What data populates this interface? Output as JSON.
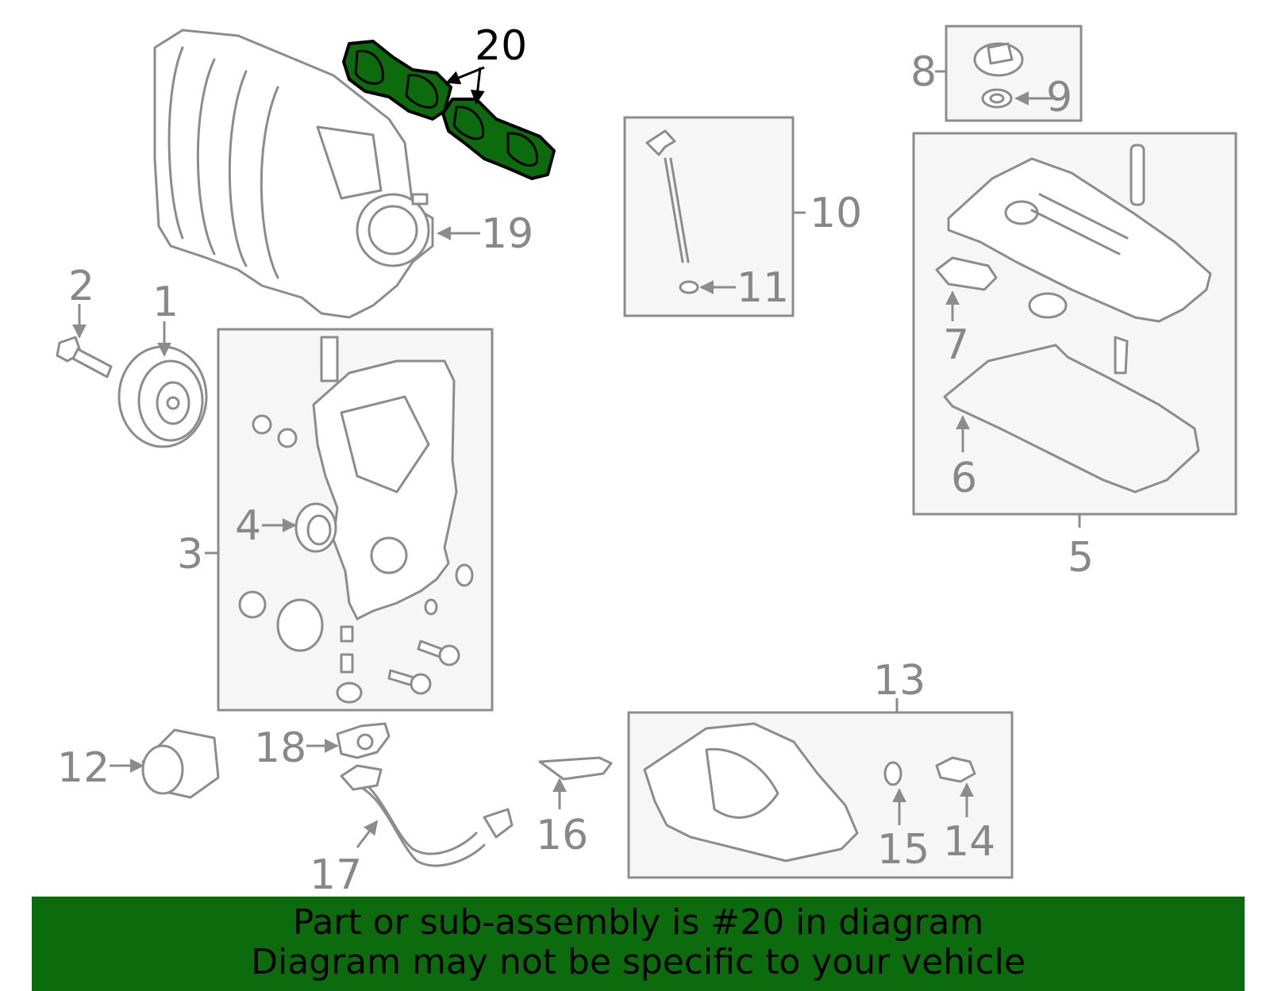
{
  "diagram": {
    "highlight_color": "#0c6b0c",
    "label_color": "#888888",
    "highlighted_part": "20",
    "labels": {
      "p1": "1",
      "p2": "2",
      "p3": "3",
      "p4": "4",
      "p5": "5",
      "p6": "6",
      "p7": "7",
      "p8": "8",
      "p9": "9",
      "p10": "10",
      "p11": "11",
      "p12": "12",
      "p13": "13",
      "p14": "14",
      "p15": "15",
      "p16": "16",
      "p17": "17",
      "p18": "18",
      "p19": "19",
      "p20": "20"
    }
  },
  "banner": {
    "line1": "Part or sub-assembly is #20 in diagram",
    "line2": "Diagram may not be specific to your vehicle"
  }
}
